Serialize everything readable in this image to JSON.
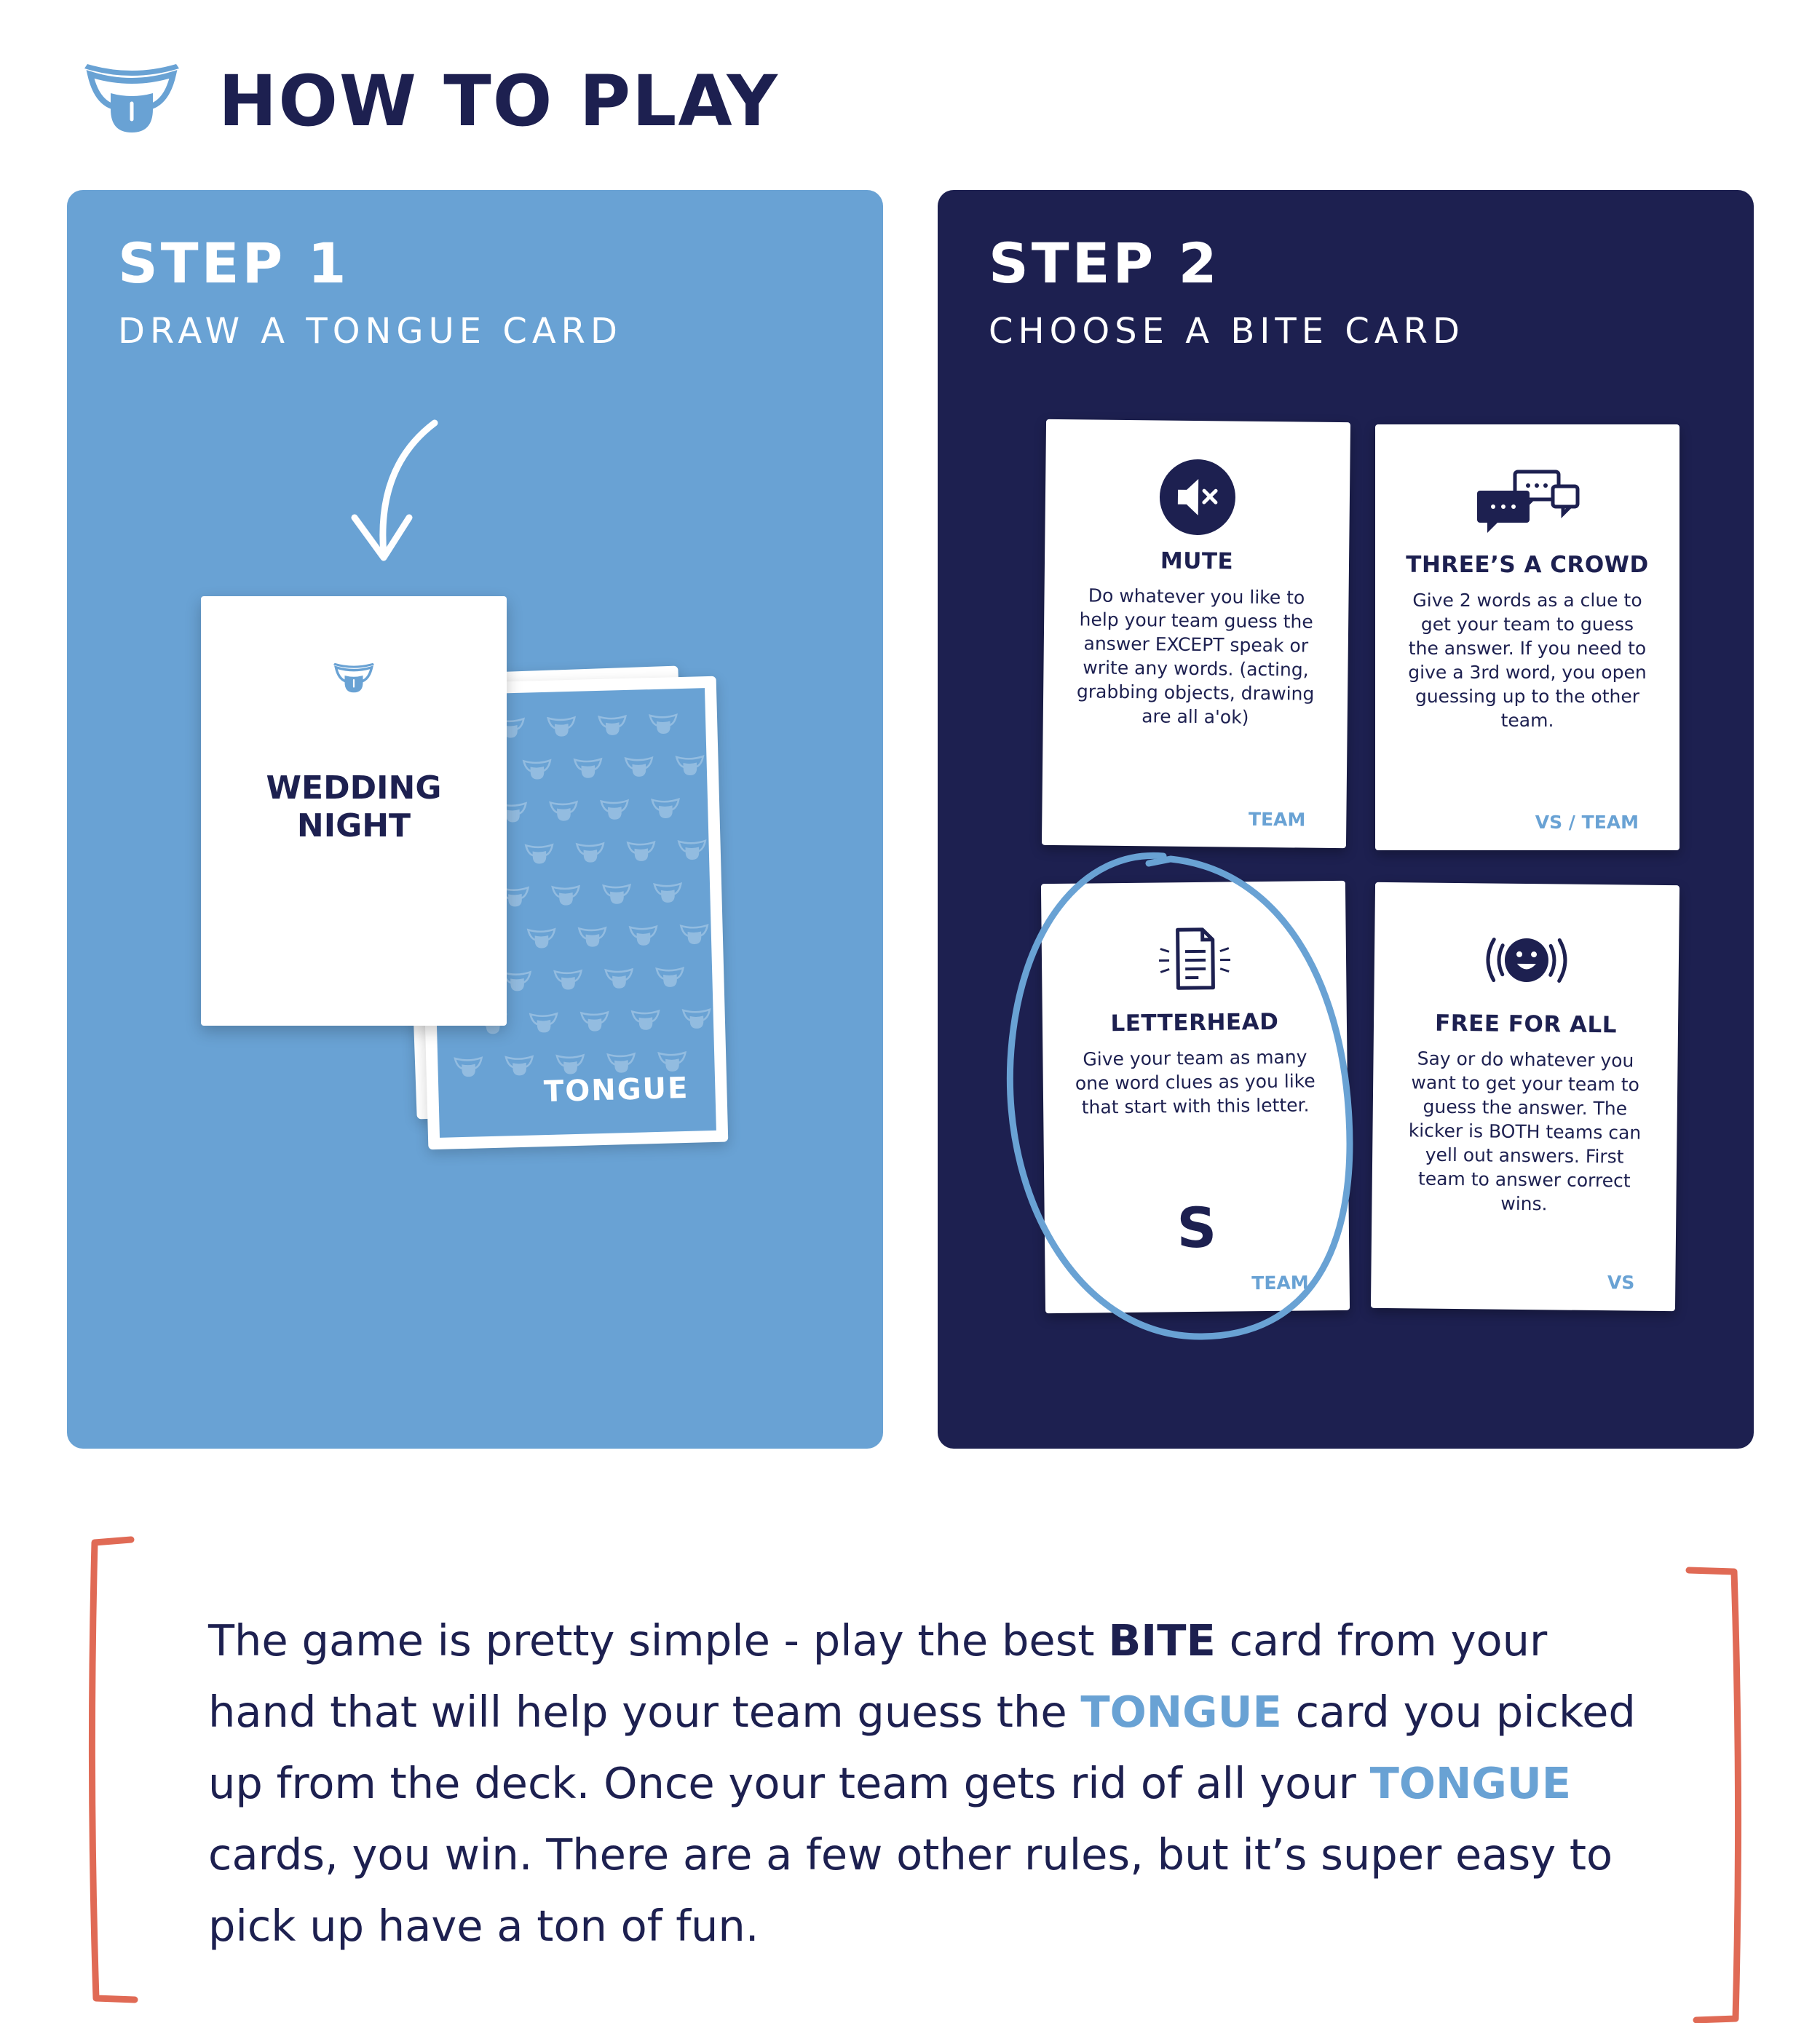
{
  "header": {
    "title": "HOW TO PLAY",
    "icon": "tongue-logo-icon"
  },
  "colors": {
    "navy": "#1d2050",
    "blue": "#69a2d4",
    "white": "#ffffff",
    "accent_bracket": "#e06a55"
  },
  "step1": {
    "title": "STEP 1",
    "subtitle": "DRAW A TONGUE CARD",
    "front_card_word": "WEDDING\nNIGHT",
    "deck_label": "TONGUE"
  },
  "step2": {
    "title": "STEP 2",
    "subtitle": "CHOOSE A BITE CARD",
    "cards": [
      {
        "title": "MUTE",
        "icon": "mute-speaker-icon",
        "description": "Do whatever you like to help your team guess the answer EXCEPT speak or write any words. (acting, grabbing objects, drawing are all a'ok)",
        "tag": "TEAM"
      },
      {
        "title": "THREE’S A CROWD",
        "icon": "chat-bubbles-icon",
        "description": "Give 2 words as a clue to get your team to guess the answer. If you need to give a 3rd word, you open guessing up to the other team.",
        "tag": "VS / TEAM"
      },
      {
        "title": "LETTERHEAD",
        "icon": "document-icon",
        "description": "Give your team as many one word clues as you like that start with this letter.",
        "letter": "S",
        "tag": "TEAM"
      },
      {
        "title": "FREE FOR ALL",
        "icon": "loud-face-icon",
        "description": "Say or do whatever you want to get your team to guess the answer. The kicker is BOTH teams can yell out answers. First team to answer correct wins.",
        "tag": "VS"
      }
    ]
  },
  "explainer": {
    "p1": "The game is pretty simple - play the best ",
    "bite": "BITE",
    "p2": " card from your hand that will help your team guess the ",
    "tongue1": "TONGUE",
    "p3": " card you picked up from the deck. Once your team gets rid of all your ",
    "tongue2": "TONGUE",
    "p4": " cards, you win. There are a few other rules, but it’s super easy to pick up have a ton of fun."
  }
}
